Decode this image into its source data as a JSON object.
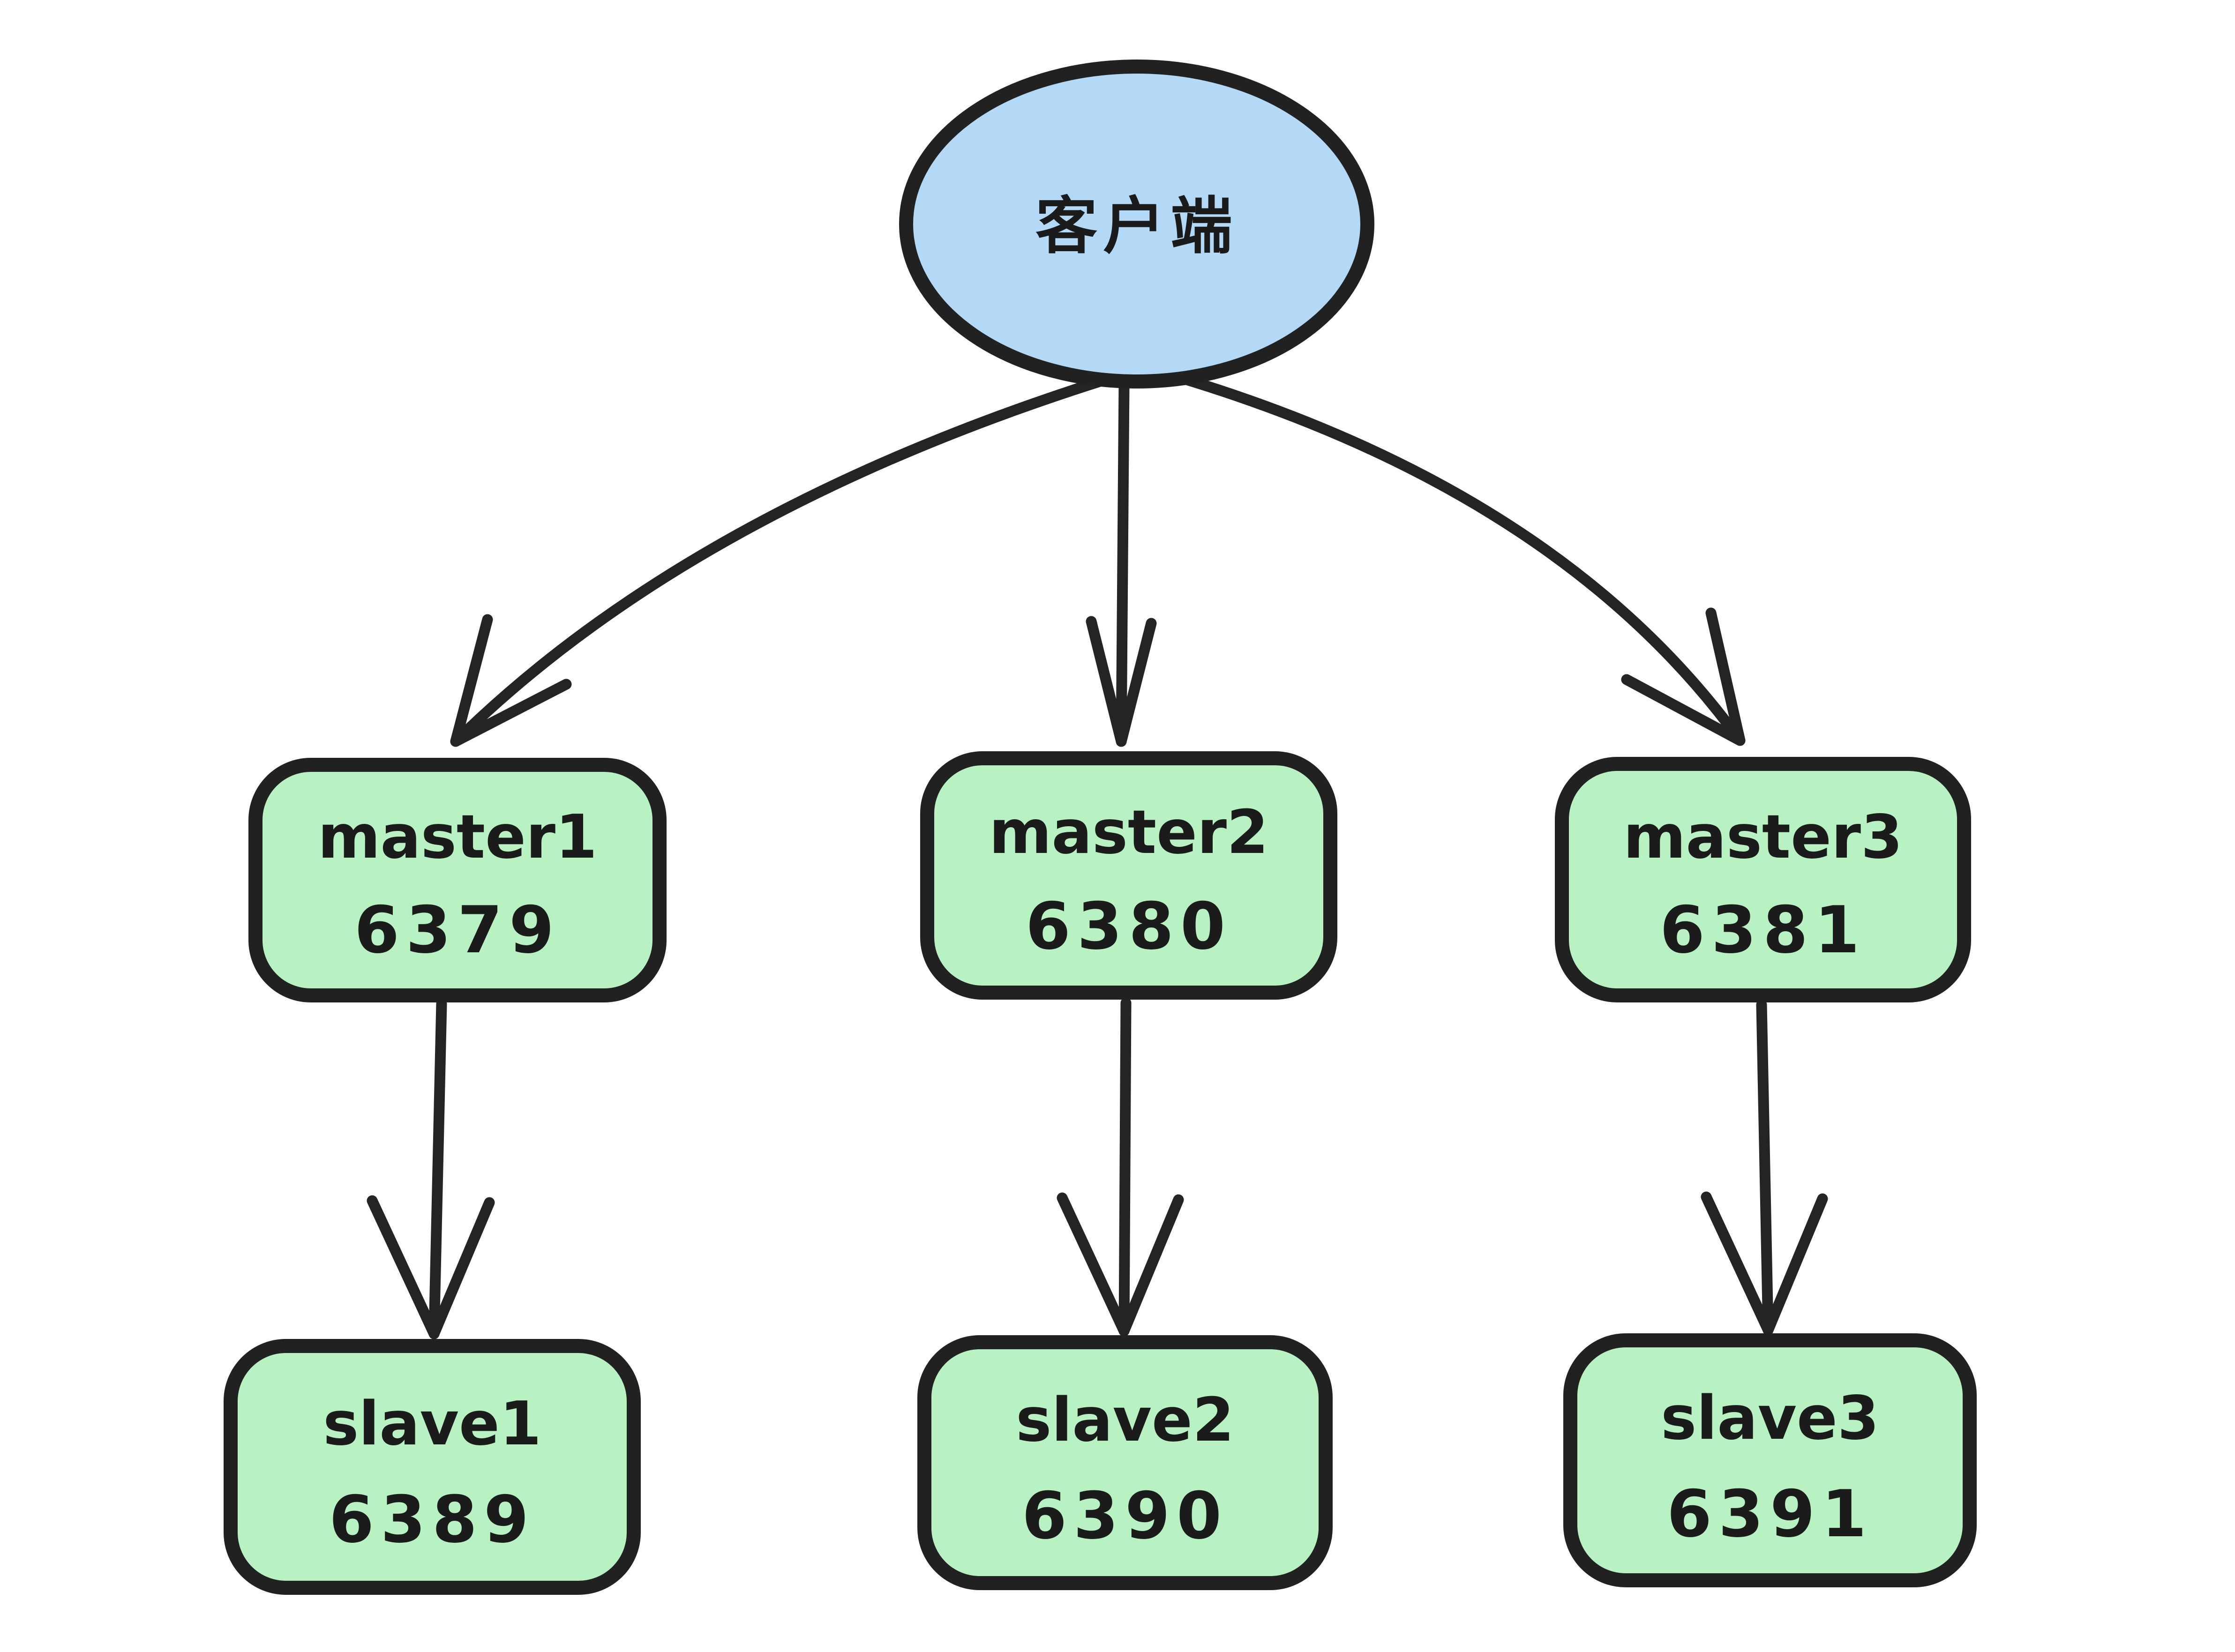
{
  "diagram": {
    "client": {
      "label": "客户端"
    },
    "masters": [
      {
        "name": "master1",
        "port": "6379"
      },
      {
        "name": "master2",
        "port": "6380"
      },
      {
        "name": "master3",
        "port": "6381"
      }
    ],
    "slaves": [
      {
        "name": "slave1",
        "port": "6389"
      },
      {
        "name": "slave2",
        "port": "6390"
      },
      {
        "name": "slave3",
        "port": "6391"
      }
    ],
    "edges": [
      {
        "from": "客户端",
        "to": "master1"
      },
      {
        "from": "客户端",
        "to": "master2"
      },
      {
        "from": "客户端",
        "to": "master3"
      },
      {
        "from": "master1",
        "to": "slave1"
      },
      {
        "from": "master2",
        "to": "slave2"
      },
      {
        "from": "master3",
        "to": "slave3"
      }
    ],
    "colors": {
      "client_fill": "#b3d9f7",
      "node_fill": "#b8f1c2",
      "stroke": "#212121",
      "background": "#ffffff"
    }
  }
}
